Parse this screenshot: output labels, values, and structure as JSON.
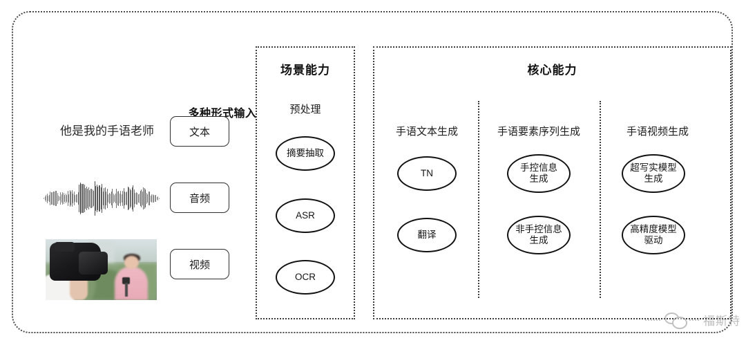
{
  "diagram": {
    "watermark": {
      "text": "福斯特",
      "icon": "wechat-bubbles-icon"
    },
    "input_panel": {
      "heading": "多种形式输入",
      "sample_text": "他是我的手语老师",
      "waveform_label": "audio-waveform",
      "thumbnail_label": "video-thumbnail",
      "chips": [
        {
          "label": "文本",
          "name": "text"
        },
        {
          "label": "音频",
          "name": "audio"
        },
        {
          "label": "视频",
          "name": "video"
        }
      ]
    },
    "scene_section": {
      "title": "场景能力",
      "subtitle": "预处理",
      "nodes": [
        {
          "label": "摘要抽取"
        },
        {
          "label": "ASR"
        },
        {
          "label": "OCR"
        }
      ]
    },
    "core_section": {
      "title": "核心能力",
      "columns": [
        {
          "title": "手语文本生成",
          "nodes": [
            {
              "line1": "TN",
              "line2": ""
            },
            {
              "line1": "翻译",
              "line2": ""
            }
          ]
        },
        {
          "title": "手语要素序列生成",
          "nodes": [
            {
              "line1": "手控信息",
              "line2": "生成"
            },
            {
              "line1": "非手控信息",
              "line2": "生成"
            }
          ]
        },
        {
          "title": "手语视频生成",
          "nodes": [
            {
              "line1": "超写实模型",
              "line2": "生成"
            },
            {
              "line1": "高精度模型",
              "line2": "驱动"
            }
          ]
        }
      ]
    },
    "colors": {
      "background": "#ffffff",
      "border": "#3a3a3a",
      "text": "#1c1c1c",
      "watermark": "#8a8a8a"
    }
  }
}
